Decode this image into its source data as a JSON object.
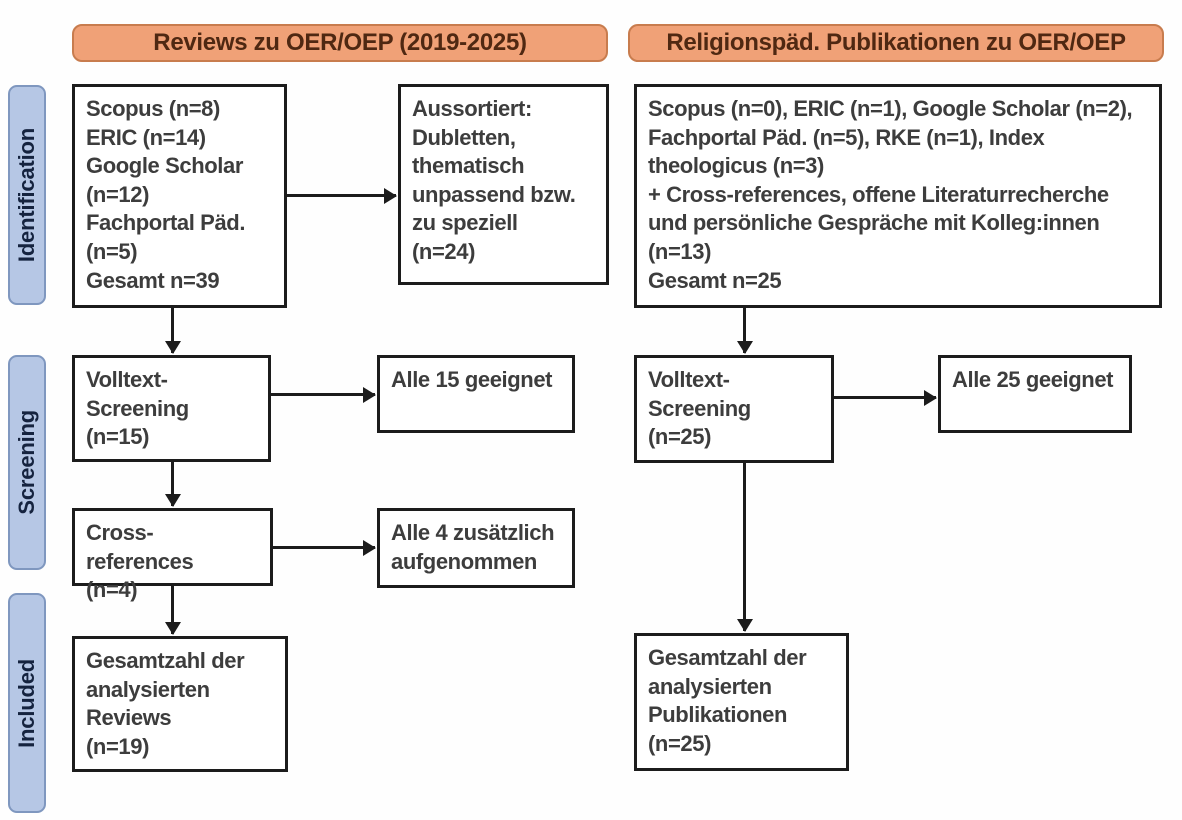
{
  "colors": {
    "header_fill": "#f0a177",
    "header_border": "#c87c4e",
    "header_text": "#4f2812",
    "stage_fill": "#b6c7e5",
    "stage_border": "#7f97bf",
    "stage_text": "#15233f",
    "box_border": "#1c1c1c",
    "box_text": "#3d3d3d",
    "arrow": "#1c1c1c"
  },
  "headers": {
    "left": "Reviews zu OER/OEP (2019-2025)",
    "right": "Religionspäd. Publikationen zu OER/OEP"
  },
  "stages": {
    "identification": "Identification",
    "screening": "Screening",
    "included": "Included"
  },
  "boxes": {
    "left_identification": "Scopus (n=8)\nERIC (n=14)\nGoogle Scholar\n(n=12)\nFachportal Päd.\n(n=5)\nGesamt n=39",
    "left_excluded": "Aussortiert:\nDubletten,\nthematisch\nunpassend bzw.\nzu speziell\n(n=24)",
    "left_fulltext": "Volltext-\nScreening\n(n=15)",
    "left_fulltext_result": "Alle 15 geeignet",
    "left_crossref": "Cross-references\n(n=4)",
    "left_crossref_result": "Alle 4 zusätzlich\naufgenommen",
    "left_included": "Gesamtzahl der\nanalysierten\nReviews\n(n=19)",
    "right_identification": "Scopus (n=0), ERIC (n=1), Google Scholar (n=2),\nFachportal Päd. (n=5), RKE (n=1), Index\ntheologicus (n=3)\n+ Cross-references, offene Literaturrecherche\nund persönliche Gespräche mit Kolleg:innen\n(n=13)\nGesamt n=25",
    "right_fulltext": "Volltext-\nScreening\n(n=25)",
    "right_fulltext_result": "Alle 25 geeignet",
    "right_included": "Gesamtzahl der\nanalysierten\nPublikationen\n(n=25)"
  }
}
